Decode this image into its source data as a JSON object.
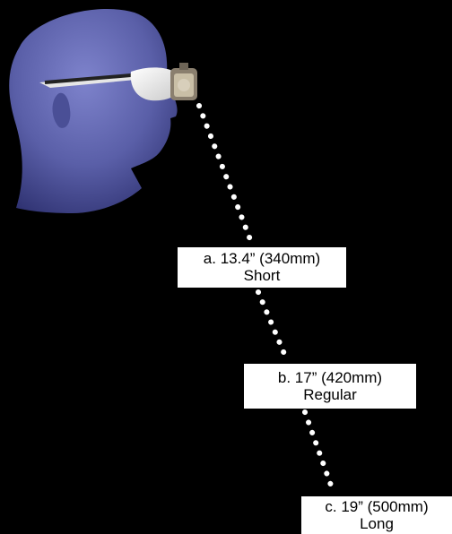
{
  "labels": {
    "a": {
      "line1": "a.  13.4” (340mm)",
      "line2": "Short"
    },
    "b": {
      "line1": "b.  17” (420mm)",
      "line2": "Regular"
    },
    "c": {
      "line1": "c.  19” (500mm)",
      "line2": "Long"
    }
  },
  "colors": {
    "background": "#000000",
    "head": "#5a5fa8",
    "dots": "#ffffff",
    "label_bg": "#ffffff",
    "label_text": "#000000"
  },
  "icons": {
    "head": "head-profile-icon",
    "eyewear": "loupe-glasses-icon"
  }
}
